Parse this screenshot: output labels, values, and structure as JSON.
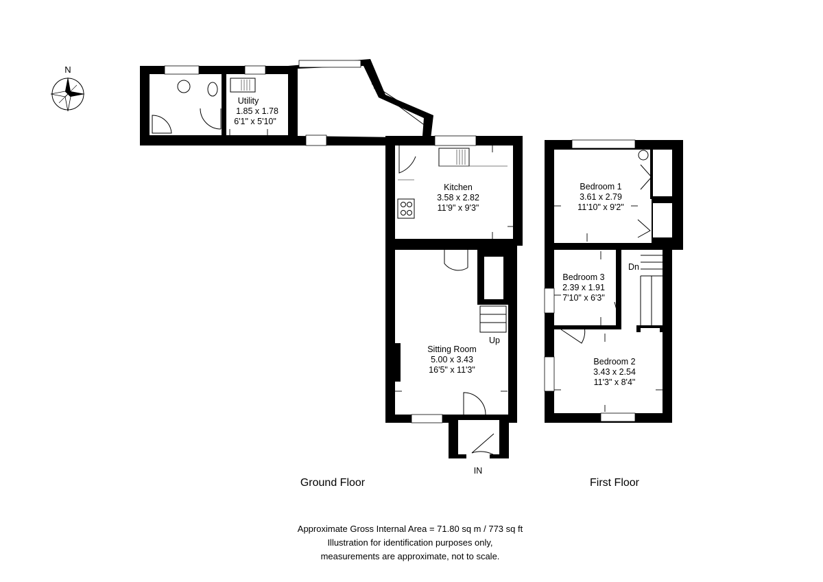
{
  "compass": {
    "north_label": "N",
    "icon": "compass-rose-icon"
  },
  "ground_floor": {
    "label": "Ground Floor",
    "entrance_label": "IN",
    "stair_label": "Up",
    "rooms": {
      "utility": {
        "name": "Utility",
        "metric": "1.85 x 1.78",
        "imperial": "6'1\" x 5'10\""
      },
      "kitchen": {
        "name": "Kitchen",
        "metric": "3.58 x 2.82",
        "imperial": "11'9\" x 9'3\""
      },
      "sitting_room": {
        "name": "Sitting Room",
        "metric": "5.00 x 3.43",
        "imperial": "16'5\" x 11'3\""
      }
    }
  },
  "first_floor": {
    "label": "First Floor",
    "stair_label": "Dn",
    "rooms": {
      "bedroom1": {
        "name": "Bedroom 1",
        "metric": "3.61 x 2.79",
        "imperial": "11'10\" x 9'2\""
      },
      "bedroom3": {
        "name": "Bedroom 3",
        "metric": "2.39 x 1.91",
        "imperial": "7'10\" x 6'3\""
      },
      "bedroom2": {
        "name": "Bedroom 2",
        "metric": "3.43 x 2.54",
        "imperial": "11'3\" x 8'4\""
      }
    }
  },
  "footer": {
    "area": "Approximate Gross Internal Area = 71.80 sq m / 773 sq ft",
    "disclaimer1": "Illustration for identification purposes only,",
    "disclaimer2": "measurements are approximate, not to scale."
  }
}
